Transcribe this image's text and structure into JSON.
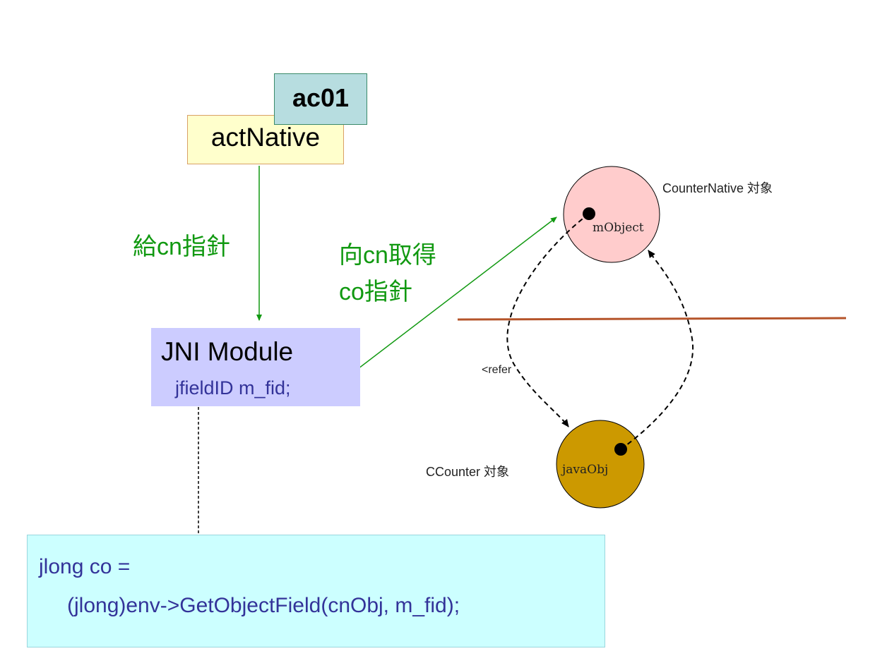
{
  "colors": {
    "arrow_green": "#119911",
    "text_green": "#119911",
    "actnative_fill": "#ffffcc",
    "ac01_fill": "#b7dde0",
    "jni_fill": "#ccccff",
    "note_fill": "#ccffff",
    "counternative_circle": "#ffcccc",
    "ccounter_circle": "#cc9900",
    "divider": "#b5542a"
  },
  "boxes": {
    "ac01": "ac01",
    "actnative": "actNative",
    "jni_title": "JNI Module",
    "jni_field": "jfieldID m_fid;"
  },
  "labels": {
    "give_cn_pointer": "給cn指針",
    "get_co_line1": "向cn取得",
    "get_co_line2": "co指針",
    "refer": "<refer",
    "counternative_object": "CounterNative 対象",
    "ccounter_object": "CCounter 対象",
    "m_object_field": "mObject",
    "java_obj_field": "javaObj"
  },
  "note": {
    "line1": "jlong co =",
    "line2": "(jlong)env->GetObjectField(cnObj, m_fid);"
  }
}
